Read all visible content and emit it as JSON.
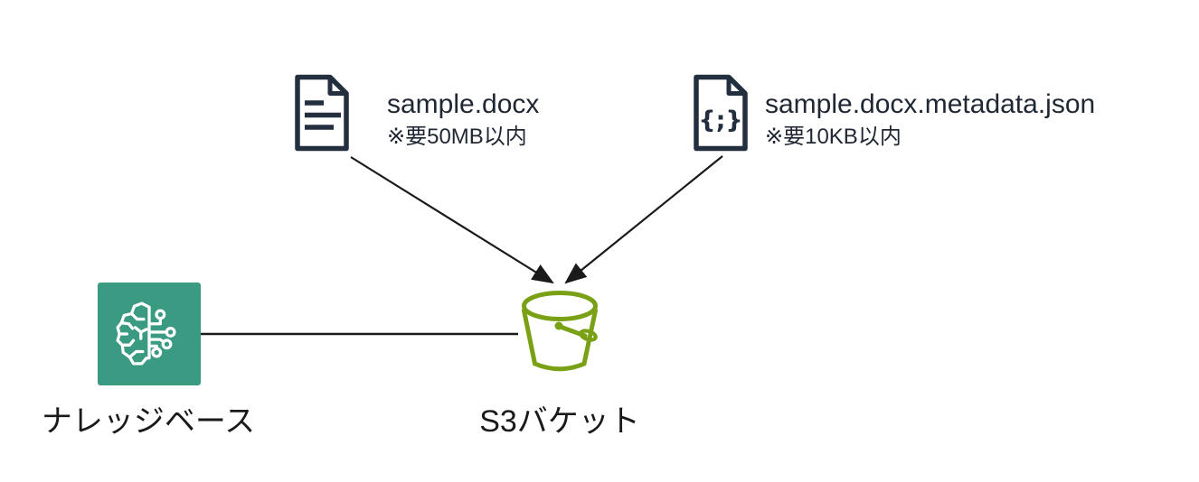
{
  "colors": {
    "background": "#ffffff",
    "file_icon": "#232f3e",
    "file_text": "#1f2733",
    "node_label_text": "#1a1a1a",
    "connector": "#1a1a1a",
    "knowledge_base_fill": "#3a9a82",
    "knowledge_base_icon": "#ffffff",
    "s3_bucket": "#7aa116"
  },
  "files": {
    "docx": {
      "name": "sample.docx",
      "note": "※要50MB以内",
      "icon": "document-icon"
    },
    "metadata": {
      "name": "sample.docx.metadata.json",
      "note": "※要10KB以内",
      "icon": "json-file-icon",
      "icon_glyph": "{;}"
    }
  },
  "nodes": {
    "knowledge_base": {
      "label": "ナレッジベース",
      "icon": "brain-circuit-icon"
    },
    "s3_bucket": {
      "label": "S3バケット",
      "icon": "s3-bucket-icon"
    }
  },
  "edges": [
    {
      "from": "docx-file",
      "to": "s3-bucket",
      "arrow": true
    },
    {
      "from": "metadata-file",
      "to": "s3-bucket",
      "arrow": true
    },
    {
      "from": "knowledge-base",
      "to": "s3-bucket",
      "arrow": false
    }
  ]
}
